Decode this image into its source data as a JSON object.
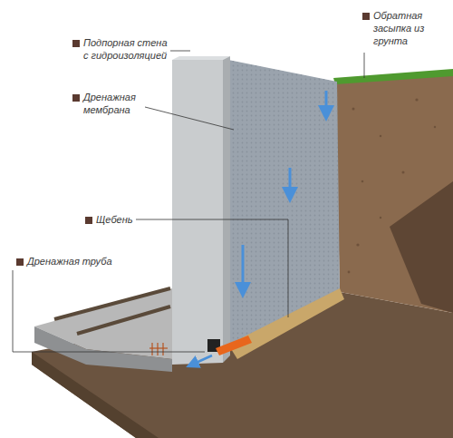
{
  "diagram": {
    "labels": [
      "Подпорная стена с гидроизоляцией",
      "Дренажная мембрана",
      "Щебень",
      "Дренажная труба",
      "Обратная засыпка из грунта"
    ]
  }
}
